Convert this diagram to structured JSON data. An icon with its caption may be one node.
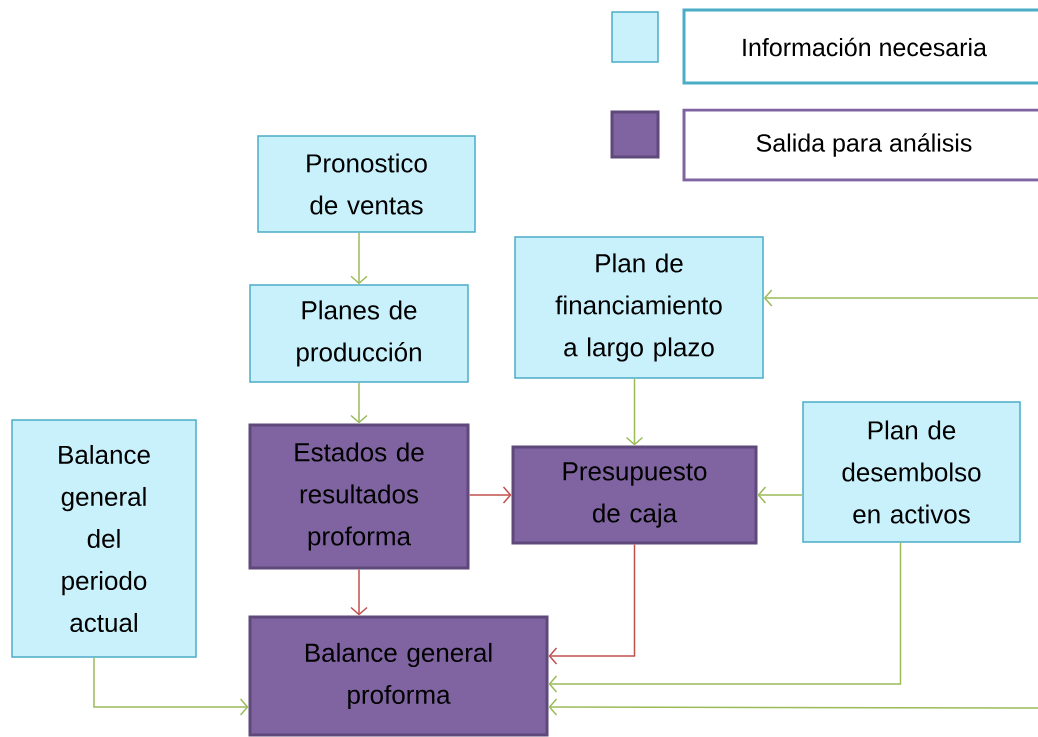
{
  "diagram": {
    "nodes": [
      {
        "text": [
          "Pronostico de ventas"
        ]
      },
      {
        "text": [
          "Planes de producción"
        ]
      },
      {
        "text": [
          "Plan de financiamiento a largo plazo"
        ]
      },
      {
        "text": [
          "Balance general del periodo actual"
        ]
      },
      {
        "text": [
          "Estados de resultados proforma"
        ]
      },
      {
        "text": [
          "Presupuesto de caja"
        ]
      },
      {
        "text": [
          "Plan de desembolso en activos"
        ]
      },
      {
        "text": [
          "Balance general proforma"
        ]
      }
    ],
    "edges": [
      {
        "from": 0,
        "to": 1,
        "arrow": "to"
      },
      {
        "from": 1,
        "to": 4,
        "arrow": "to"
      },
      {
        "from": 2,
        "to": 5,
        "arrow": "to"
      },
      {
        "from": 6,
        "to": 5,
        "arrow": "to"
      },
      {
        "from": 4,
        "to": 5,
        "arrow": "to",
        "color": "#c0504d"
      },
      {
        "from": 4,
        "to": 7,
        "arrow": "to",
        "color": "#c0504d"
      },
      {
        "from": 5,
        "to": 7,
        "arrow": "to",
        "color": "#c0504d"
      },
      {
        "from": 6,
        "to": 7,
        "arrow": "to"
      },
      {
        "from": 3,
        "to": 7,
        "arrow": "to"
      },
      {
        "from": null,
        "to": 2,
        "arrow": "to"
      },
      {
        "from": null,
        "to": 7,
        "arrow": "to"
      }
    ],
    "legend": [
      {
        "text": "Información necesaria",
        "color": "#c9f1fc"
      },
      {
        "text": "Salida para análisis",
        "color": "#8064a2"
      }
    ]
  }
}
